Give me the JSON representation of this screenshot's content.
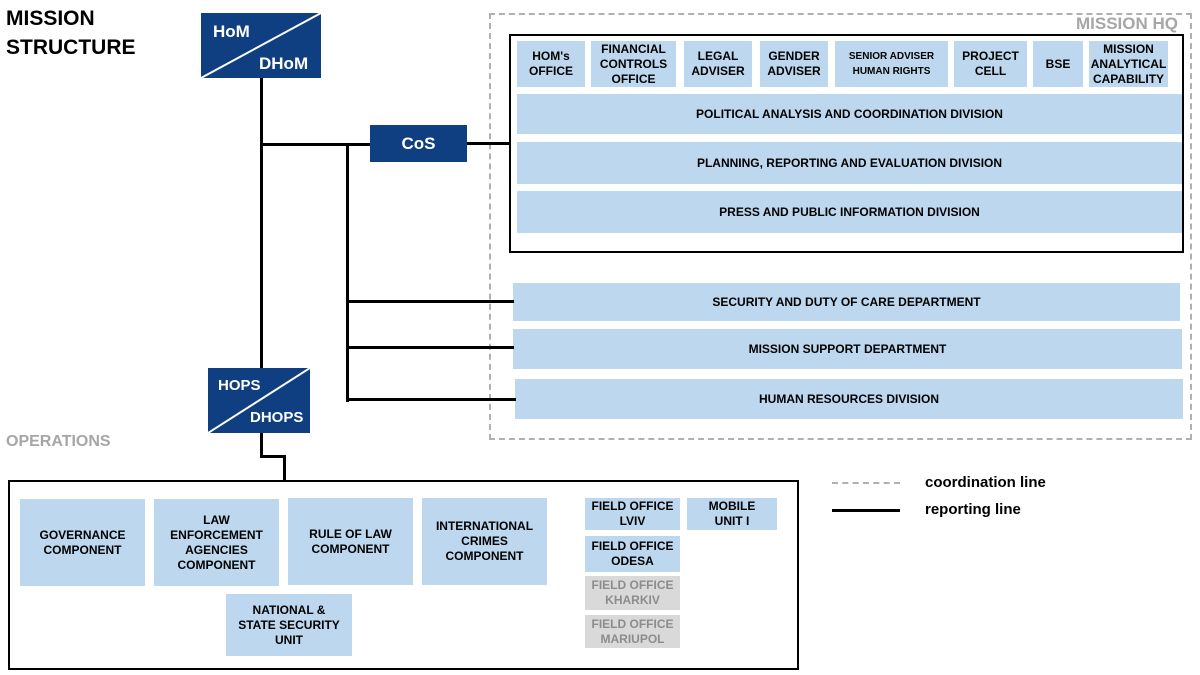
{
  "title": {
    "line1": "MISSION",
    "line2": "STRUCTURE"
  },
  "leadership": {
    "hom": "HoM",
    "dhom": "DHoM",
    "cos": "CoS",
    "hops": "HOPS",
    "dhops": "DHOPS"
  },
  "mission_hq": {
    "label": "MISSION HQ",
    "top_units": [
      "HOM's\nOFFICE",
      "FINANCIAL\nCONTROLS\nOFFICE",
      "LEGAL\nADVISER",
      "GENDER\nADVISER",
      "SENIOR ADVISER\nHUMAN RIGHTS",
      "PROJECT\nCELL",
      "BSE",
      "MISSION\nANALYTICAL\nCAPABILITY"
    ],
    "divisions": [
      "POLITICAL ANALYSIS AND COORDINATION DIVISION",
      "PLANNING, REPORTING AND EVALUATION DIVISION",
      "PRESS AND PUBLIC INFORMATION DIVISION"
    ],
    "departments": [
      "SECURITY AND DUTY OF CARE DEPARTMENT",
      "MISSION SUPPORT DEPARTMENT",
      "HUMAN RESOURCES DIVISION"
    ]
  },
  "operations": {
    "label": "OPERATIONS",
    "components": [
      "GOVERNANCE\nCOMPONENT",
      "LAW\nENFORCEMENT\nAGENCIES\nCOMPONENT",
      "RULE OF LAW\nCOMPONENT",
      "INTERNATIONAL\nCRIMES\nCOMPONENT",
      "NATIONAL &\nSTATE SECURITY\nUNIT"
    ],
    "field_offices": [
      "FIELD OFFICE\nLVIV",
      "FIELD OFFICE\nODESA",
      "FIELD OFFICE\nKHARKIV",
      "FIELD OFFICE\nMARIUPOL"
    ],
    "mobile_unit": "MOBILE\nUNIT I"
  },
  "legend": {
    "coordination": "coordination line",
    "reporting": "reporting line"
  },
  "colors": {
    "navy": "#0f3f80",
    "light_blue": "#bdd7ee",
    "inactive": "#d9d9d9",
    "dashed": "#b0b0b0"
  }
}
